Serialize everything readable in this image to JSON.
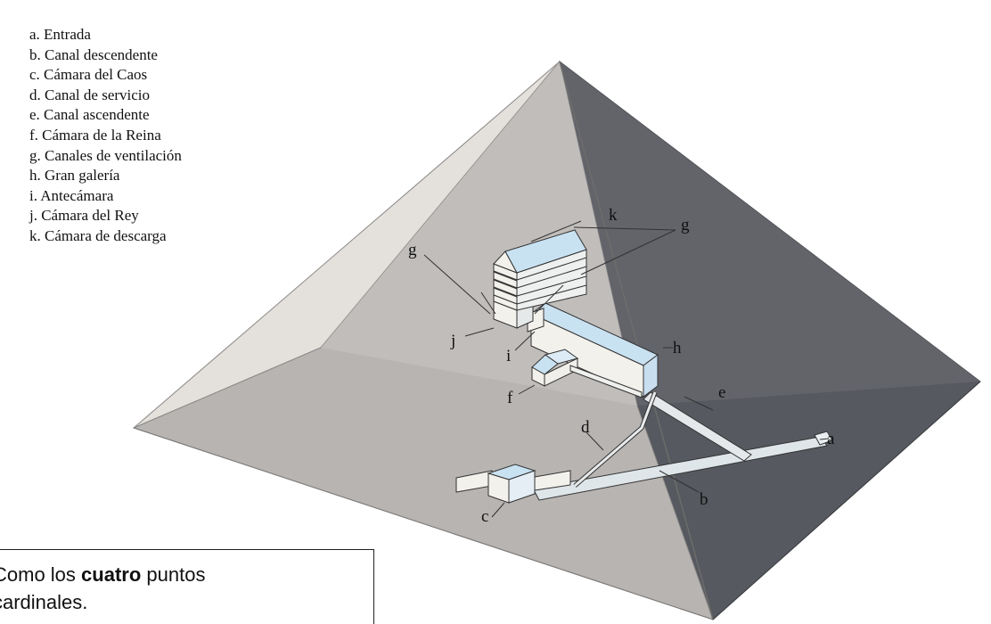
{
  "legend": [
    {
      "key": "a",
      "text": "a. Entrada"
    },
    {
      "key": "b",
      "text": "b. Canal descendente"
    },
    {
      "key": "c",
      "text": "c. Cámara del Caos"
    },
    {
      "key": "d",
      "text": "d. Canal de servicio"
    },
    {
      "key": "e",
      "text": "e. Canal ascendente"
    },
    {
      "key": "f",
      "text": "f. Cámara de la Reina"
    },
    {
      "key": "g",
      "text": "g. Canales de ventilación"
    },
    {
      "key": "h",
      "text": "h. Gran galería"
    },
    {
      "key": "i",
      "text": "i. Antecámara"
    },
    {
      "key": "j",
      "text": "j. Cámara del Rey"
    },
    {
      "key": "k",
      "text": "k. Cámara de descarga"
    }
  ],
  "labels": {
    "a": "a",
    "b": "b",
    "c": "c",
    "d": "d",
    "e": "e",
    "f": "f",
    "g_left": "g",
    "g_right": "g",
    "h": "h",
    "i": "i",
    "j": "j",
    "k": "k"
  },
  "caption": {
    "before": "Como los ",
    "bold": "cuatro",
    "after": " puntos cardinales."
  },
  "colors": {
    "left_face": "#e4e0dc",
    "right_face": "#56595f",
    "front_face": "#b7b4b2",
    "chamber_fill": "#f1efe9",
    "chamber_light": "#c9e2f2"
  }
}
